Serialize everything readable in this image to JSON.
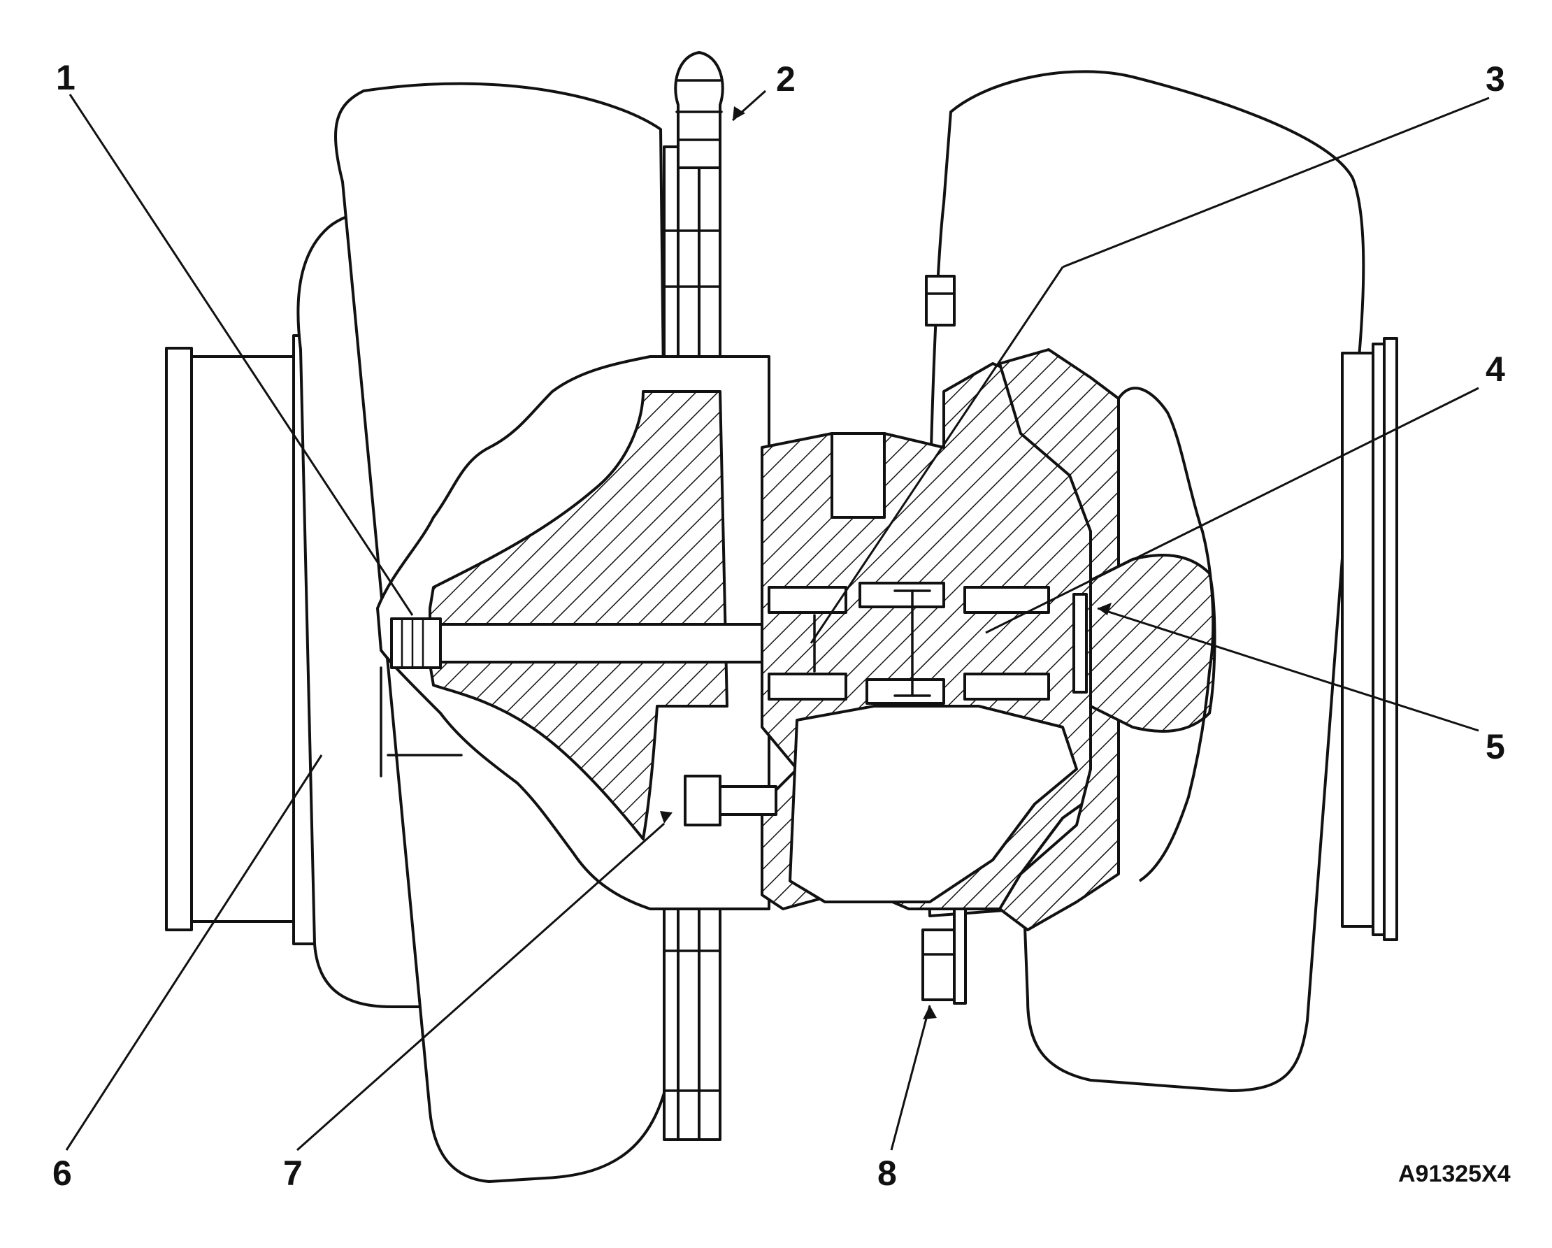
{
  "figure": {
    "figure_id": "A91325X4",
    "callouts": [
      "1",
      "2",
      "3",
      "4",
      "5",
      "6",
      "7",
      "8"
    ]
  },
  "colors": {
    "ink": "#111111",
    "paper": "#ffffff"
  }
}
